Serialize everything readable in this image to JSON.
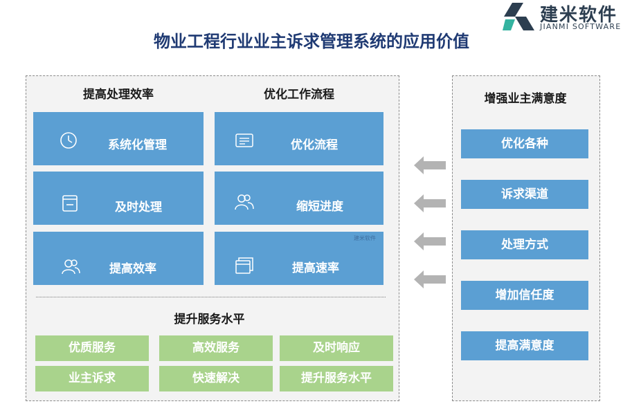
{
  "logo": {
    "name_cn": "建米软件",
    "name_en": "JIANMI SOFTWARE"
  },
  "title": "物业工程行业业主诉求管理系统的应用价值",
  "left_panel": {
    "col1_head": "提高处理效率",
    "col2_head": "优化工作流程",
    "col1_cards": [
      {
        "label": "系统化管理",
        "icon": "clock-icon"
      },
      {
        "label": "及时处理",
        "icon": "document-icon"
      },
      {
        "label": "提高效率",
        "icon": "users-icon"
      }
    ],
    "col2_cards": [
      {
        "label": "优化流程",
        "icon": "form-icon"
      },
      {
        "label": "缩短进度",
        "icon": "people-icon"
      },
      {
        "label": "提高速率",
        "icon": "window-icon"
      }
    ],
    "service_head": "提升服务水平",
    "service_items": [
      "优质服务",
      "高效服务",
      "及时响应",
      "业主诉求",
      "快速解决",
      "提升服务水平"
    ],
    "watermark": "建米软件"
  },
  "right_panel": {
    "head": "增强业主满意度",
    "items": [
      "优化各种",
      "诉求渠道",
      "处理方式",
      "增加信任度",
      "提高满意度"
    ]
  },
  "colors": {
    "blue": "#5b9fd3",
    "green": "#a9d38c",
    "title": "#1f3a73",
    "arrow": "#b3b3b3"
  }
}
